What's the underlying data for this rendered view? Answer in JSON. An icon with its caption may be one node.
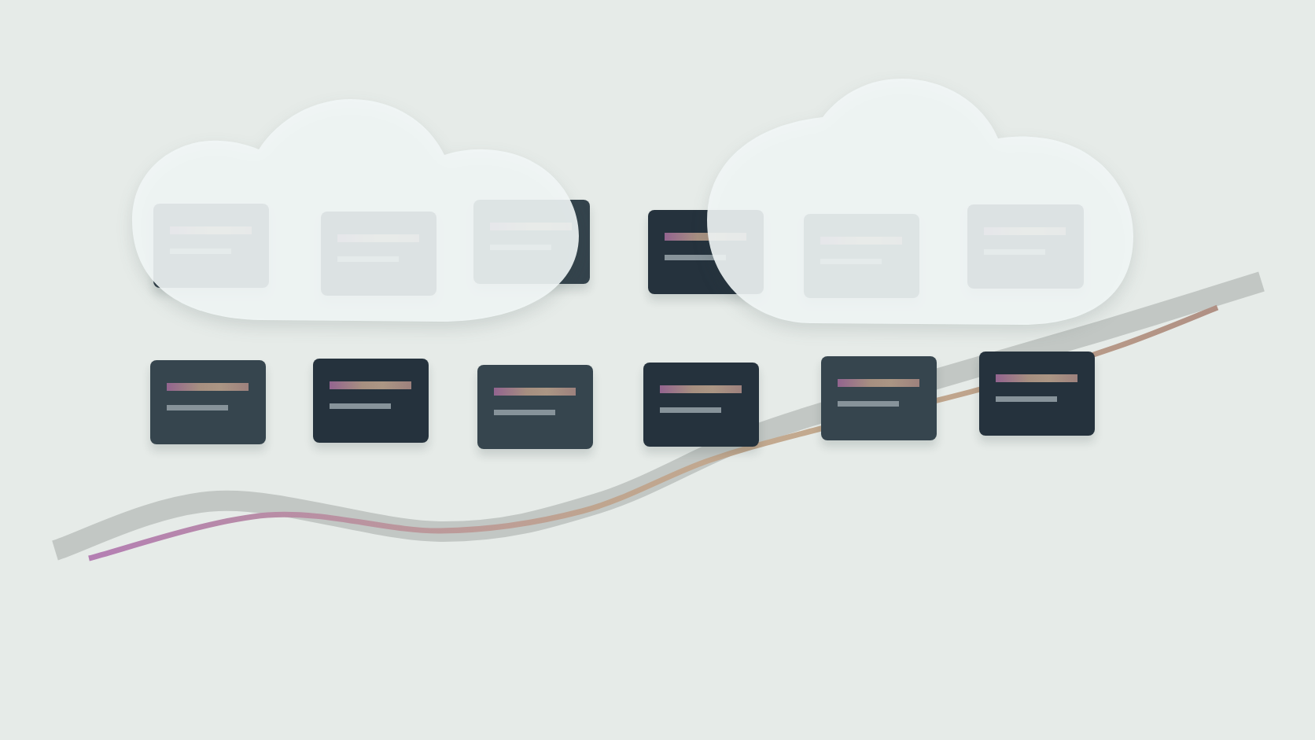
{
  "diagram": {
    "nodes": [
      {
        "text": [],
        "shape": "cloud"
      },
      {
        "text": [],
        "shape": "box",
        "in": 0
      },
      {
        "text": [],
        "shape": "box",
        "in": 0
      },
      {
        "text": [],
        "shape": "box"
      },
      {
        "text": [],
        "shape": "box"
      },
      {
        "text": [],
        "shape": "cloud"
      },
      {
        "text": [],
        "shape": "box",
        "in": 5
      },
      {
        "text": [],
        "shape": "box",
        "in": 5
      },
      {
        "text": [],
        "shape": "box"
      },
      {
        "text": [],
        "shape": "box"
      },
      {
        "text": [],
        "shape": "box"
      },
      {
        "text": [],
        "shape": "box"
      },
      {
        "text": [],
        "shape": "box"
      },
      {
        "text": [],
        "shape": "box"
      }
    ]
  }
}
